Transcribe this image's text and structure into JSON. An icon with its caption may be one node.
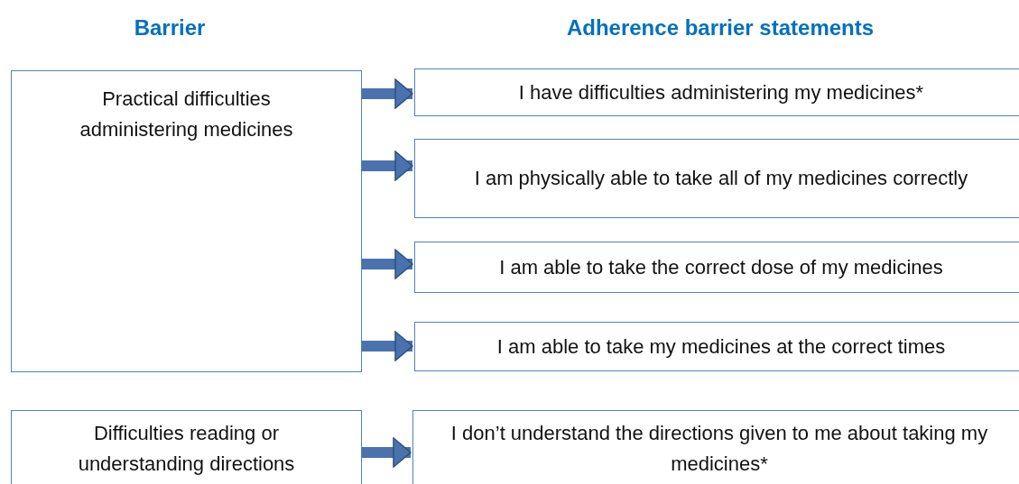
{
  "diagram": {
    "nodes": [
      {
        "text": [
          "Practical difficulties administering medicines"
        ]
      },
      {
        "text": [
          "I have difficulties administering my medicines*"
        ]
      },
      {
        "text": [
          "I am physically able to take all of my medicines correctly"
        ]
      },
      {
        "text": [
          "I am able to take the correct dose of my medicines"
        ]
      },
      {
        "text": [
          "I am able to take my medicines at the correct times"
        ]
      },
      {
        "text": [
          "Difficulties reading or understanding directions"
        ]
      },
      {
        "text": [
          "I don’t understand the directions given to me about taking my medicines*"
        ]
      }
    ],
    "edges": [
      {
        "from": 0,
        "to": 1,
        "arrow": "to"
      },
      {
        "from": 0,
        "to": 2,
        "arrow": "to"
      },
      {
        "from": 0,
        "to": 3,
        "arrow": "to"
      },
      {
        "from": 0,
        "to": 4,
        "arrow": "to"
      },
      {
        "from": 5,
        "to": 6,
        "arrow": "to"
      }
    ],
    "labels": [
      "Barrier",
      "Adherence barrier statements"
    ]
  }
}
